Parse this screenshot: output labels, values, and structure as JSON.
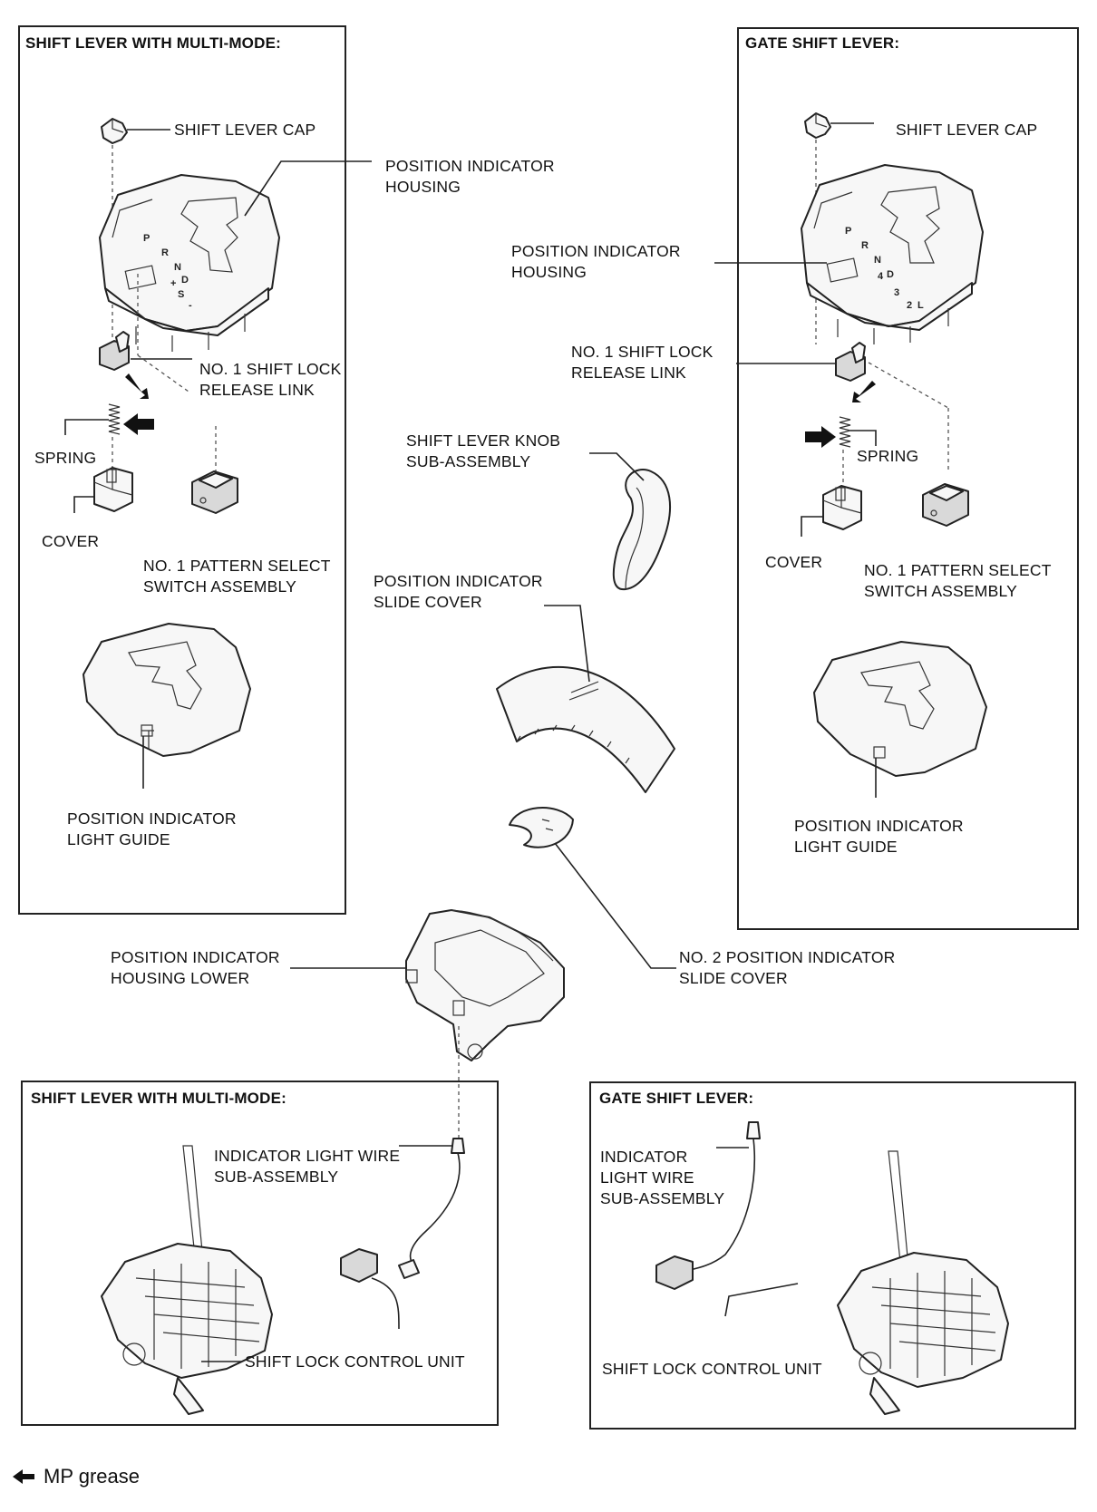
{
  "panels": {
    "top_left_title": "SHIFT LEVER WITH MULTI-MODE:",
    "top_right_title": "GATE SHIFT LEVER:",
    "bottom_left_title": "SHIFT LEVER WITH MULTI-MODE:",
    "bottom_right_title": "GATE SHIFT LEVER:"
  },
  "labels": {
    "tl_shift_lever_cap": "SHIFT LEVER CAP",
    "tl_position_indicator_housing": [
      "POSITION INDICATOR",
      "HOUSING"
    ],
    "tl_shift_lock_release_link": [
      "NO. 1 SHIFT LOCK",
      "RELEASE LINK"
    ],
    "tl_spring": "SPRING",
    "tl_cover": "COVER",
    "tl_pattern_select_switch": [
      "NO. 1 PATTERN SELECT",
      "SWITCH ASSEMBLY"
    ],
    "tl_light_guide": [
      "POSITION INDICATOR",
      "LIGHT GUIDE"
    ],
    "tr_shift_lever_cap": "SHIFT LEVER CAP",
    "tr_position_indicator_housing": [
      "POSITION INDICATOR",
      "HOUSING"
    ],
    "tr_shift_lock_release_link": [
      "NO. 1 SHIFT LOCK",
      "RELEASE LINK"
    ],
    "tr_spring": "SPRING",
    "tr_cover": "COVER",
    "tr_pattern_select_switch": [
      "NO. 1 PATTERN SELECT",
      "SWITCH ASSEMBLY"
    ],
    "tr_light_guide": [
      "POSITION INDICATOR",
      "LIGHT GUIDE"
    ],
    "c_shift_lever_knob": [
      "SHIFT LEVER KNOB",
      "SUB-ASSEMBLY"
    ],
    "c_slide_cover": [
      "POSITION INDICATOR",
      "SLIDE COVER"
    ],
    "c_no2_slide_cover": [
      "NO. 2 POSITION INDICATOR",
      "SLIDE COVER"
    ],
    "c_housing_lower": [
      "POSITION INDICATOR",
      "HOUSING LOWER"
    ],
    "bl_indicator_light_wire": [
      "INDICATOR LIGHT WIRE",
      "SUB-ASSEMBLY"
    ],
    "bl_shift_lock_control_unit": "SHIFT LOCK CONTROL UNIT",
    "br_indicator_light_wire": [
      "INDICATOR",
      "LIGHT WIRE",
      "SUB-ASSEMBLY"
    ],
    "br_shift_lock_control_unit": "SHIFT LOCK CONTROL UNIT"
  },
  "gear_marks": {
    "multi_mode": [
      "P",
      "R",
      "N",
      "D",
      "+",
      "S",
      "-"
    ],
    "gate": [
      "P",
      "R",
      "N",
      "D",
      "4",
      "3",
      "2",
      "L"
    ]
  },
  "legend": {
    "symbol": "arrow",
    "text": "MP grease"
  }
}
